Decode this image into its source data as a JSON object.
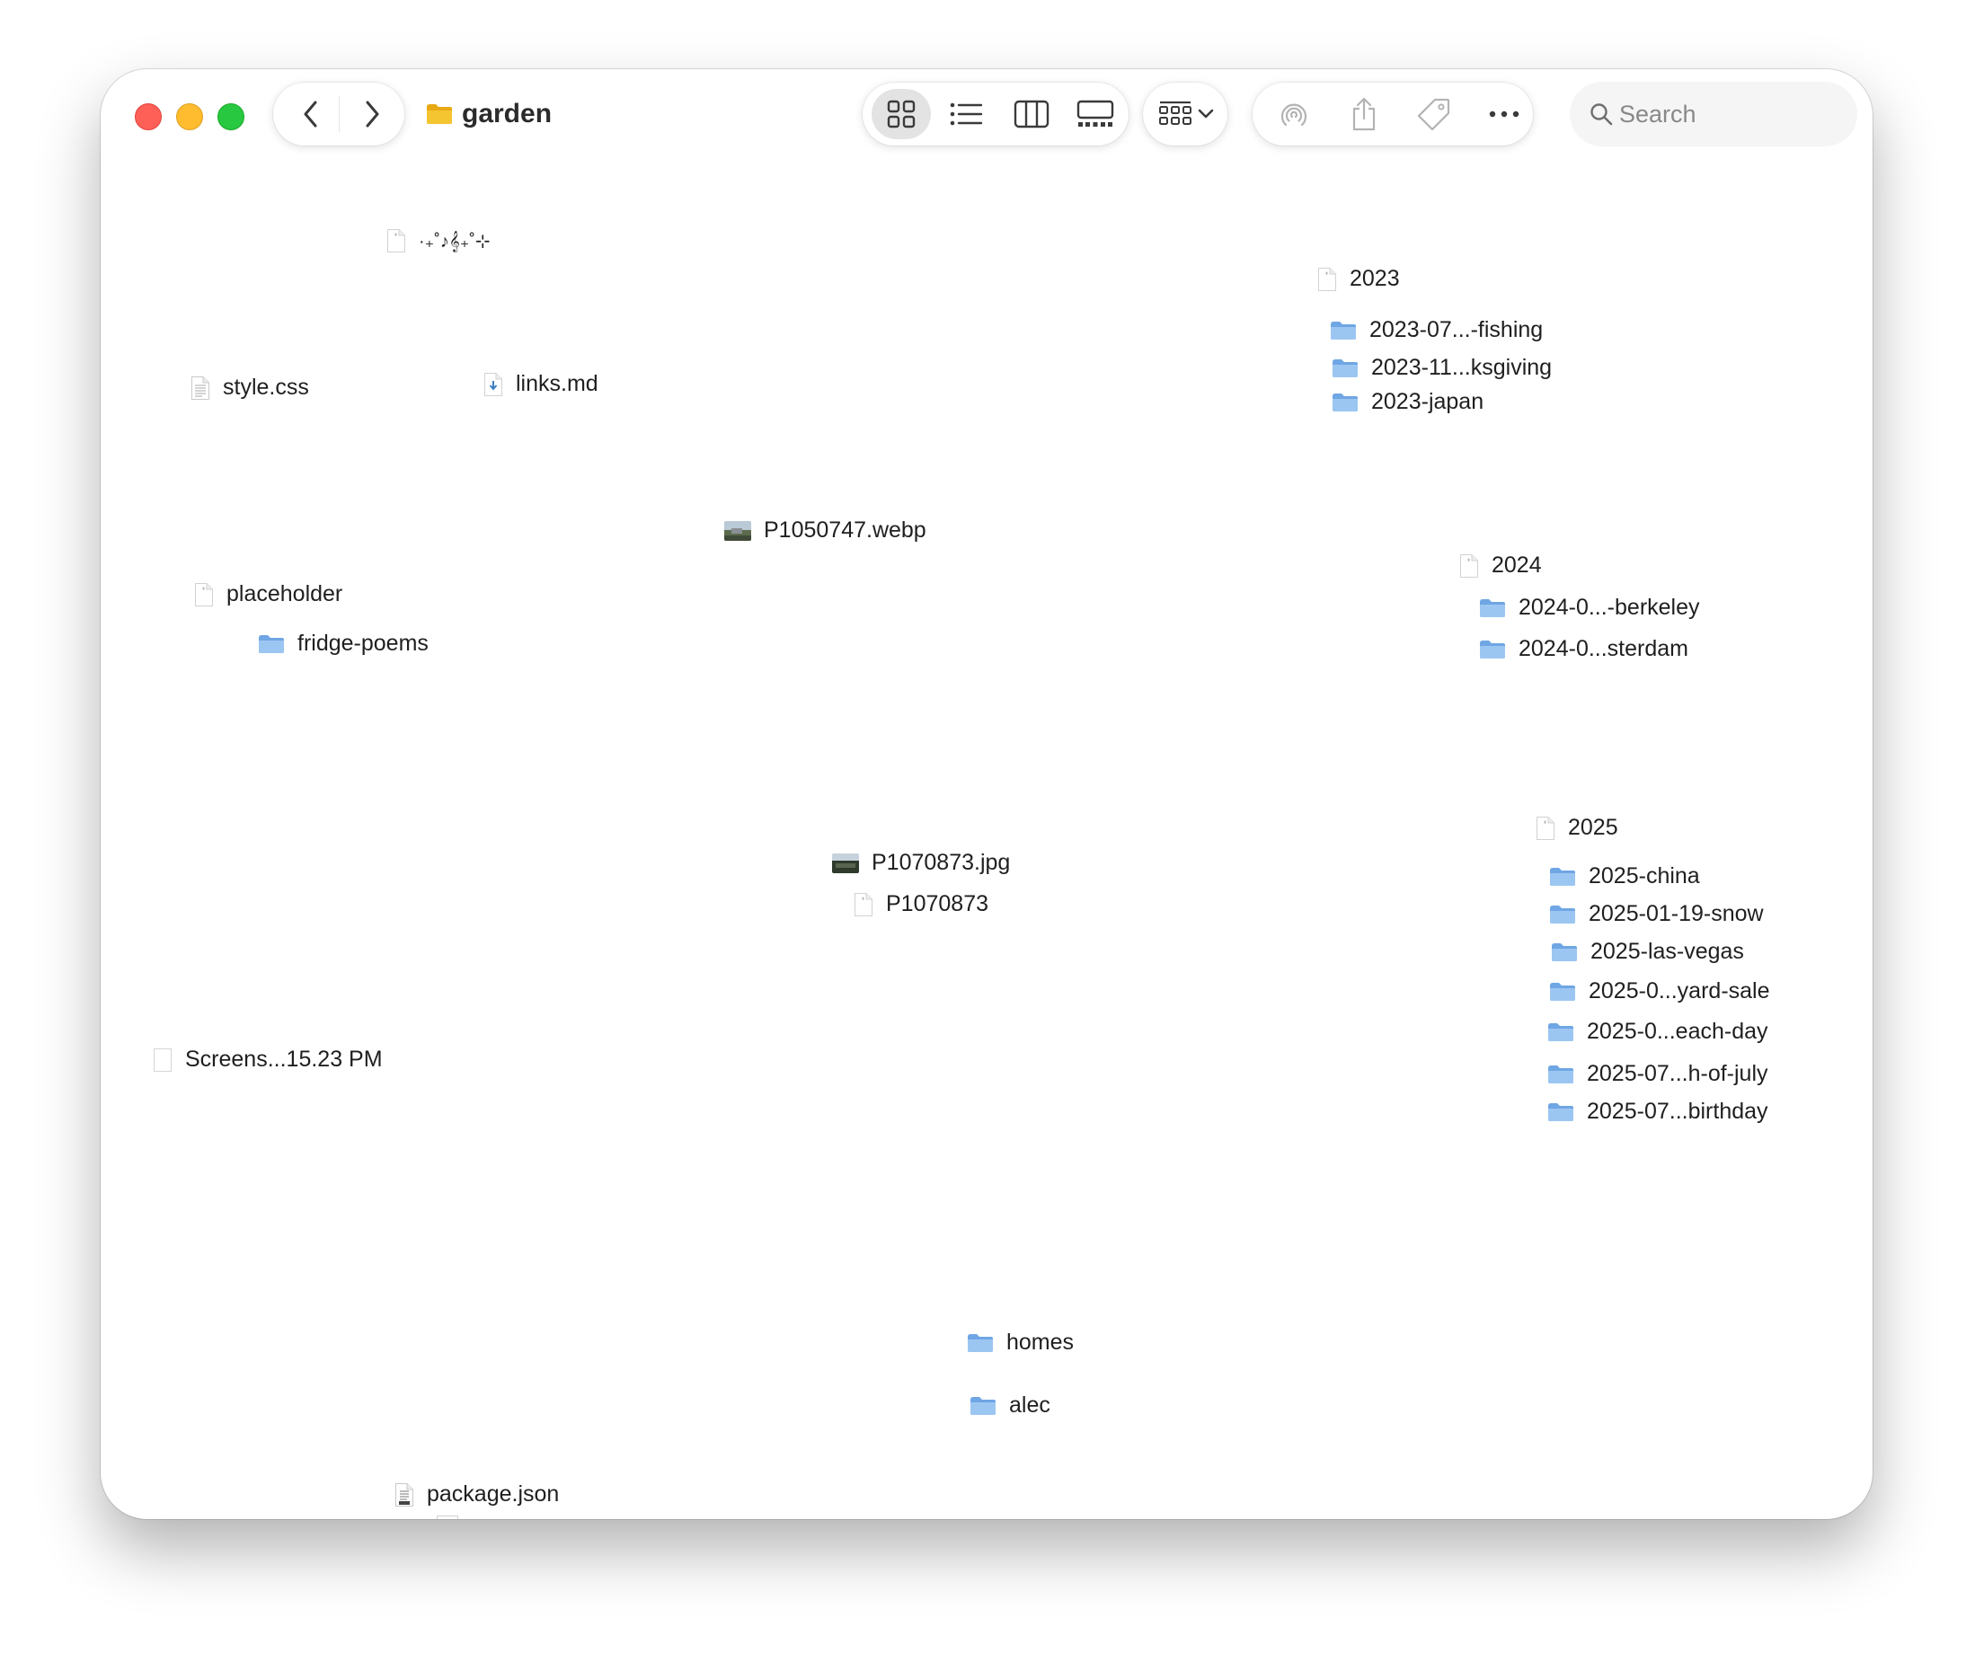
{
  "window": {
    "title": "garden"
  },
  "toolbar": {
    "view_modes": [
      "icon-view",
      "list-view",
      "column-view",
      "gallery-view"
    ],
    "selected_view": "icon-view",
    "group_button": "group-by",
    "actions": [
      "airdrop",
      "share",
      "tags",
      "more"
    ]
  },
  "search": {
    "placeholder": "Search"
  },
  "files": {
    "sparkle": "·₊˚♪𝄞₊˚⊹",
    "style_css": "style.css",
    "links_md": "links.md",
    "p1050747": "P1050747.webp",
    "placeholder": "placeholder",
    "fridge_poems": "fridge-poems",
    "y2023": "2023",
    "f2023_fishing": "2023-07...-fishing",
    "f2023_thanks": "2023-11...ksgiving",
    "f2023_japan": "2023-japan",
    "y2024": "2024",
    "f2024_berkeley": "2024-0...-berkeley",
    "f2024_amsterdam": "2024-0...sterdam",
    "y2025": "2025",
    "f2025_china": "2025-china",
    "f2025_snow": "2025-01-19-snow",
    "f2025_vegas": "2025-las-vegas",
    "f2025_yard": "2025-0...yard-sale",
    "f2025_beach": "2025-0...each-day",
    "f2025_july": "2025-07...h-of-july",
    "f2025_bday": "2025-07...birthday",
    "p1070873_jpg": "P1070873.jpg",
    "p1070873": "P1070873",
    "screenshot": "Screens...15.23 PM",
    "homes": "homes",
    "alec": "alec",
    "package_json": "package.json"
  },
  "colors": {
    "folder_light": "#9cc6f2",
    "folder_dark": "#6fa6e4",
    "title_folder": "#f5c431",
    "close": "#fe5f57",
    "minimize": "#febc2e",
    "maximize": "#28c840"
  }
}
